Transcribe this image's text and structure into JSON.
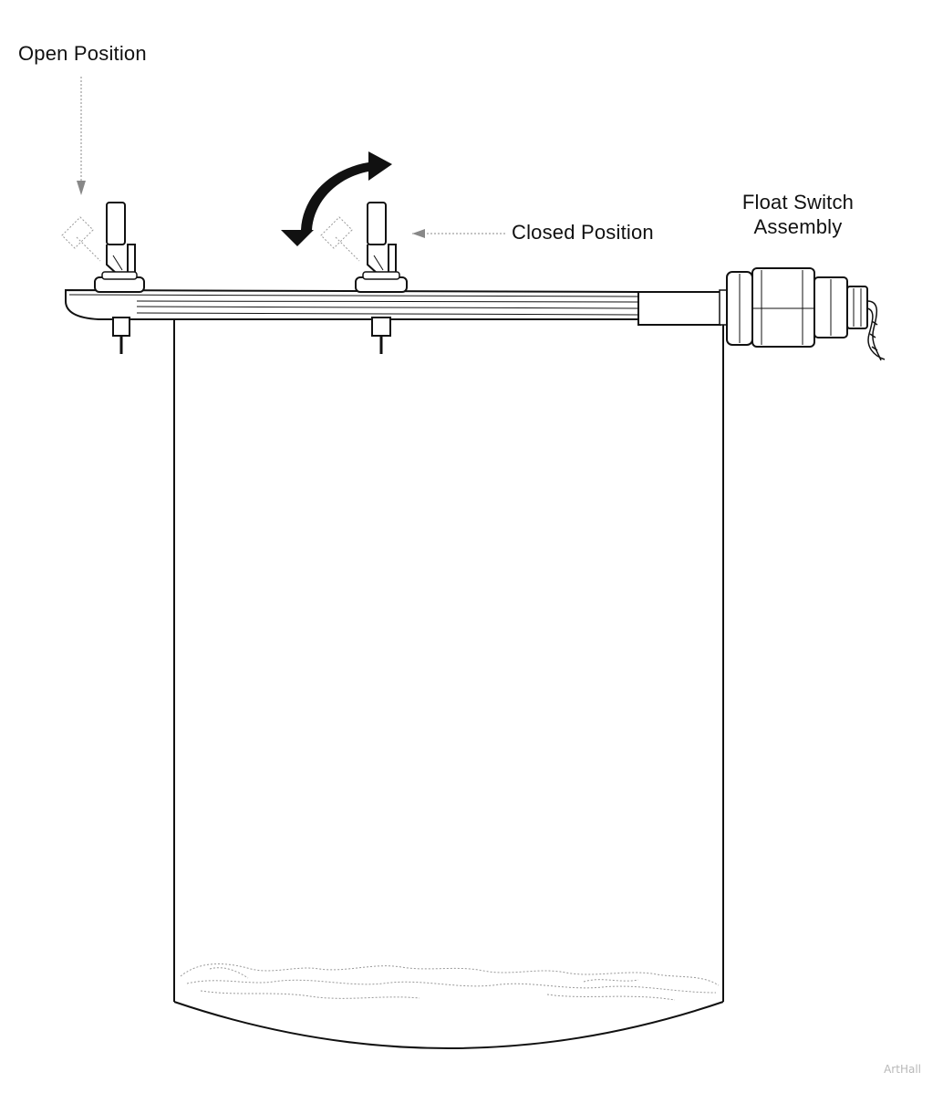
{
  "labels": {
    "open_position": "Open Position",
    "closed_position": "Closed Position",
    "float_switch_line1": "Float Switch",
    "float_switch_line2": "Assembly",
    "credit": "ArtHall"
  },
  "colors": {
    "ink": "#111111",
    "dotted": "#888888",
    "background": "#ffffff"
  }
}
